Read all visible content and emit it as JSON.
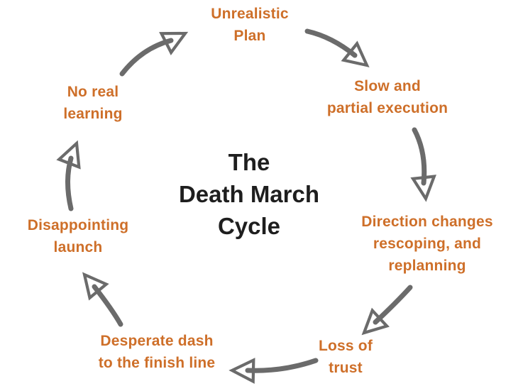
{
  "colors": {
    "label": "#ce6f29",
    "title": "#1e1e1e",
    "arrow": "#6b6b6b",
    "background": "#ffffff"
  },
  "diagram": {
    "title": "The\nDeath March\nCycle",
    "steps": [
      {
        "id": "unrealistic-plan",
        "text": "Unrealistic\nPlan"
      },
      {
        "id": "slow-partial-execution",
        "text": "Slow and\npartial execution"
      },
      {
        "id": "direction-changes",
        "text": "Direction changes\nrescoping, and\nreplanning"
      },
      {
        "id": "loss-of-trust",
        "text": "Loss of\ntrust"
      },
      {
        "id": "desperate-dash",
        "text": "Desperate dash\nto the finish line"
      },
      {
        "id": "disappointing-launch",
        "text": "Disappointing\nlaunch"
      },
      {
        "id": "no-real-learning",
        "text": "No real\nlearning"
      }
    ]
  }
}
